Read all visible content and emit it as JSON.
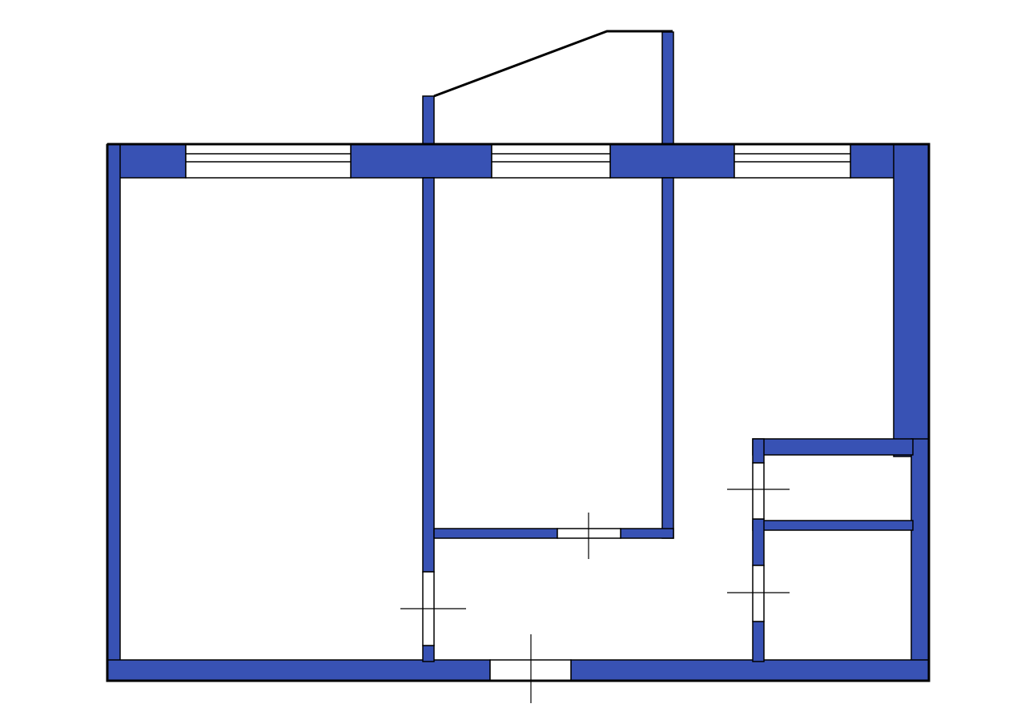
{
  "plan": {
    "wall_color": "#3852b4",
    "line_color": "#000000",
    "background_color": "#ffffff",
    "rooms": [
      "left-room",
      "middle-room",
      "right-room",
      "hallway",
      "small-room-upper",
      "small-room-lower",
      "balcony"
    ],
    "windows": 3,
    "doors": 5
  }
}
